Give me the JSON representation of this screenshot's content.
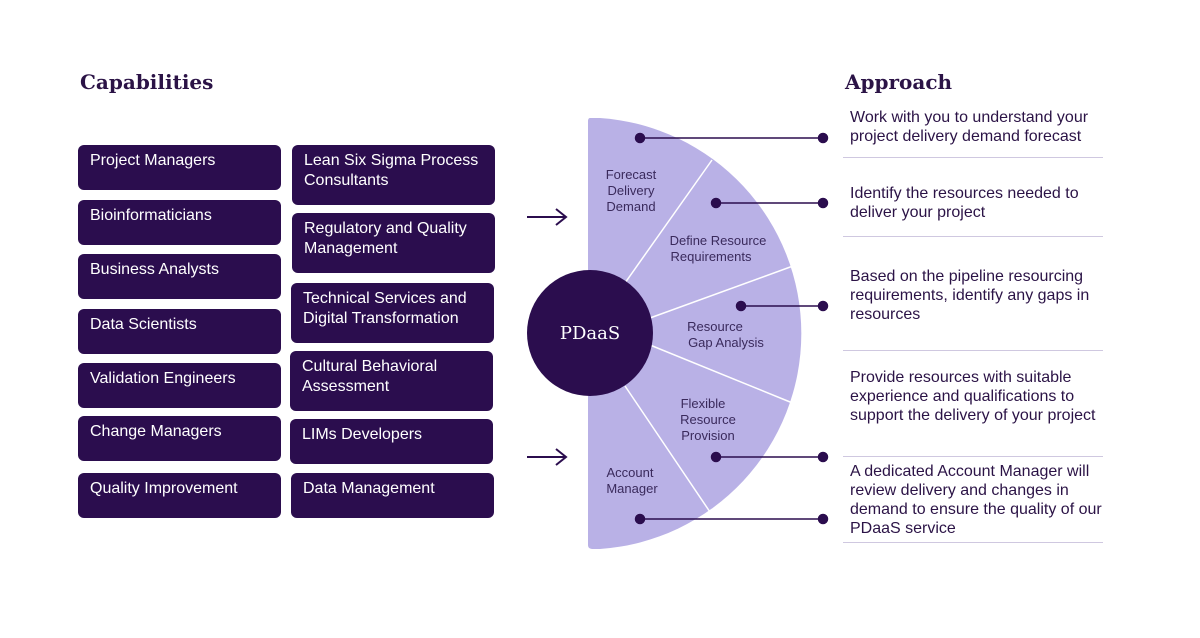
{
  "capabilities": {
    "heading": "Capabilities",
    "left_column": [
      "Project Managers",
      "Bioinformaticians",
      "Business Analysts",
      "Data Scientists",
      "Validation Engineers",
      "Change Managers",
      "Quality Improvement"
    ],
    "right_column": [
      "Lean Six Sigma Process Consultants",
      "Regulatory and Quality Management",
      "Technical Services and Digital Transformation",
      "Cultural Behavioral Assessment",
      "LIMs Developers",
      "Data Management"
    ]
  },
  "hub": {
    "label": "PDaaS"
  },
  "segments": [
    {
      "lines": [
        "Forecast",
        "Delivery",
        "Demand"
      ]
    },
    {
      "lines": [
        "Define Resource",
        "Requirements"
      ]
    },
    {
      "lines": [
        "Resource",
        "Gap Analysis"
      ]
    },
    {
      "lines": [
        "Flexible",
        "Resource",
        "Provision"
      ]
    },
    {
      "lines": [
        "Account",
        "Manager"
      ]
    }
  ],
  "approach": {
    "heading": "Approach",
    "items": [
      "Work with you to understand your project delivery demand forecast",
      "Identify the resources needed to deliver your project",
      "Based on the pipeline resourcing requirements, identify any gaps in resources",
      "Provide resources with suitable experience and qualifications to support the delivery of your project",
      "A dedicated Account Manager will review delivery and changes in demand to ensure the quality of our PDaaS service"
    ]
  },
  "colors": {
    "dark_purple": "#2b0d4e",
    "lavender": "#b9b1e6",
    "line_dark": "#2b0d4e"
  }
}
